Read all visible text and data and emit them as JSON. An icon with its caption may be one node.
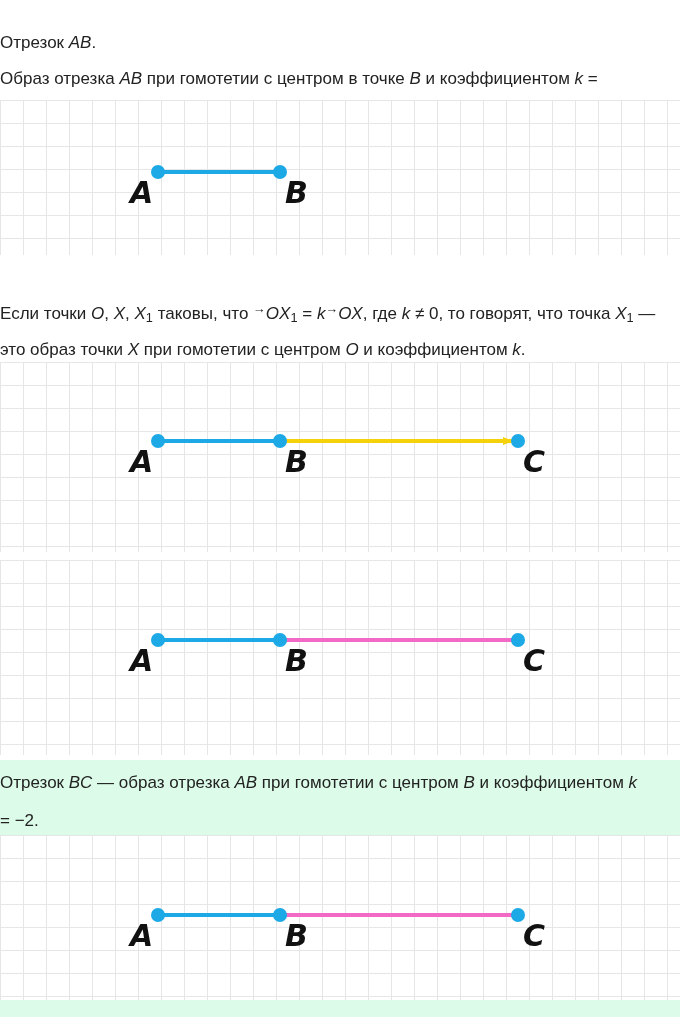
{
  "diagram": {
    "nodes": [
      {
        "text": [
          "A"
        ]
      },
      {
        "text": [
          "B"
        ]
      },
      {
        "text": [
          "A"
        ]
      },
      {
        "text": [
          "B"
        ]
      },
      {
        "text": [
          "C"
        ]
      },
      {
        "text": [
          "A"
        ]
      },
      {
        "text": [
          "B"
        ]
      },
      {
        "text": [
          "C"
        ]
      },
      {
        "text": [
          "A"
        ]
      },
      {
        "text": [
          "B"
        ]
      },
      {
        "text": [
          "C"
        ]
      }
    ],
    "edges": [
      {
        "from": 0,
        "to": 1,
        "arrow": "none"
      },
      {
        "from": 2,
        "to": 3,
        "arrow": "none"
      },
      {
        "from": 3,
        "to": 4,
        "arrow": "to",
        "color": "#f5d10a"
      },
      {
        "from": 5,
        "to": 6,
        "arrow": "none"
      },
      {
        "from": 6,
        "to": 7,
        "arrow": "none",
        "color": "#f26ac6"
      },
      {
        "from": 8,
        "to": 9,
        "arrow": "none"
      },
      {
        "from": 9,
        "to": 10,
        "arrow": "none",
        "color": "#f26ac6"
      }
    ],
    "labels": [
      "Отрезок *AB*.",
      "Образ отрезка *AB* при гомотетии с центром в точке *B* и коэффициентом *k* =",
      "Если точки *O*, *X*, *X*$_{1}$ таковы, что $^{→}$*OX*$_{1}$ = *k*$^{→}$*OX*, где *k* ≠ 0, то говорят, что точка *X*$_{1}$ — это образ точки *X* при гомотетии с центром *O* и коэффициентом *k*.",
      "Отрезок *BC* — образ отрезка *AB* при гомотетии с центром *B* и коэффициентом *k* = −2."
    ]
  }
}
